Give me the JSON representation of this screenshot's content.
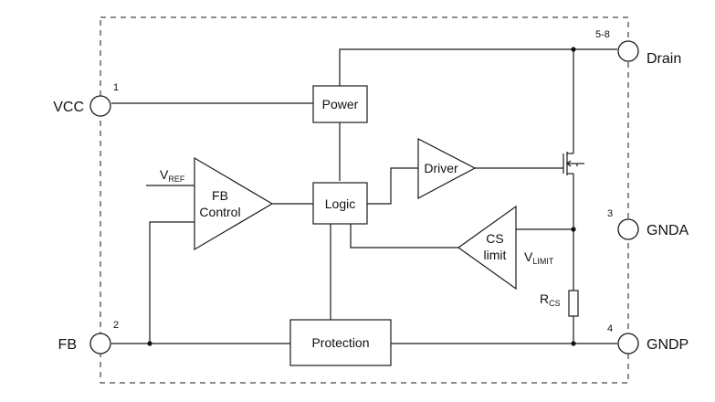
{
  "pins": {
    "vcc": {
      "label": "VCC",
      "number": "1"
    },
    "fb": {
      "label": "FB",
      "number": "2"
    },
    "drain": {
      "label": "Drain",
      "number": "5-8"
    },
    "gnda": {
      "label": "GNDA",
      "number": "3"
    },
    "gndp": {
      "label": "GNDP",
      "number": "4"
    }
  },
  "blocks": {
    "power": "Power",
    "logic": "Logic",
    "protection": "Protection",
    "driver": "Driver",
    "fb_control_line1": "FB",
    "fb_control_line2": "Control",
    "cs_limit_line1": "CS",
    "cs_limit_line2": "limit"
  },
  "signals": {
    "vref_main": "V",
    "vref_sub": "REF",
    "vlimit_main": "V",
    "vlimit_sub": "LIMIT",
    "rcs_main": "R",
    "rcs_sub": "CS"
  }
}
